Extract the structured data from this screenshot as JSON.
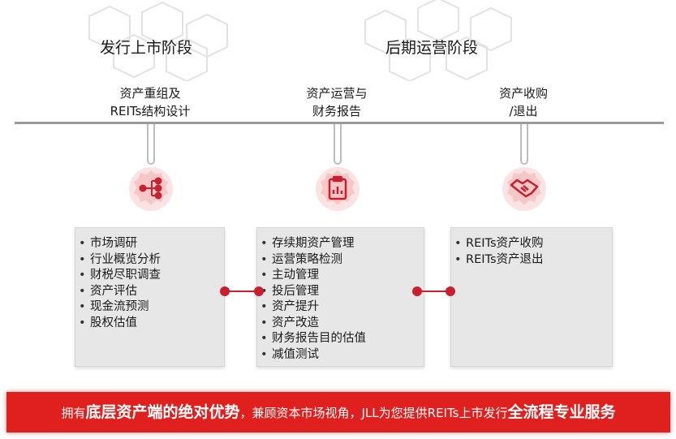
{
  "stages": [
    {
      "title": "发行上市阶段"
    },
    {
      "title": "后期运营阶段"
    }
  ],
  "steps": [
    {
      "label_line1": "资产重组及",
      "label_line2": "REITs结构设计",
      "icon": "hierarchy-icon",
      "items": [
        "市场调研",
        "行业概览分析",
        "财税尽职调查",
        "资产评估",
        "现金流预测",
        "股权估值"
      ]
    },
    {
      "label_line1": "资产运营与",
      "label_line2": "财务报告",
      "icon": "report-clipboard-icon",
      "items": [
        "存续期资产管理",
        "运营策略检测",
        "主动管理",
        "投后管理",
        "资产提升",
        "资产改造",
        "财务报告目的估值",
        "减值测试"
      ]
    },
    {
      "label_line1": "资产收购",
      "label_line2": "/退出",
      "icon": "handshake-icon",
      "items": [
        "REITs资产收购",
        "REITs资产退出"
      ]
    }
  ],
  "banner": {
    "part1": "拥有",
    "part2": "底层资产端的绝对优势",
    "part3": "，兼顾资本市场视角，JLL为您提供REITs上市发行",
    "part4": "全流程专业服务"
  },
  "colors": {
    "accent": "#e0201e",
    "line": "#9a9a9a",
    "panel": "#e7e7e7"
  }
}
